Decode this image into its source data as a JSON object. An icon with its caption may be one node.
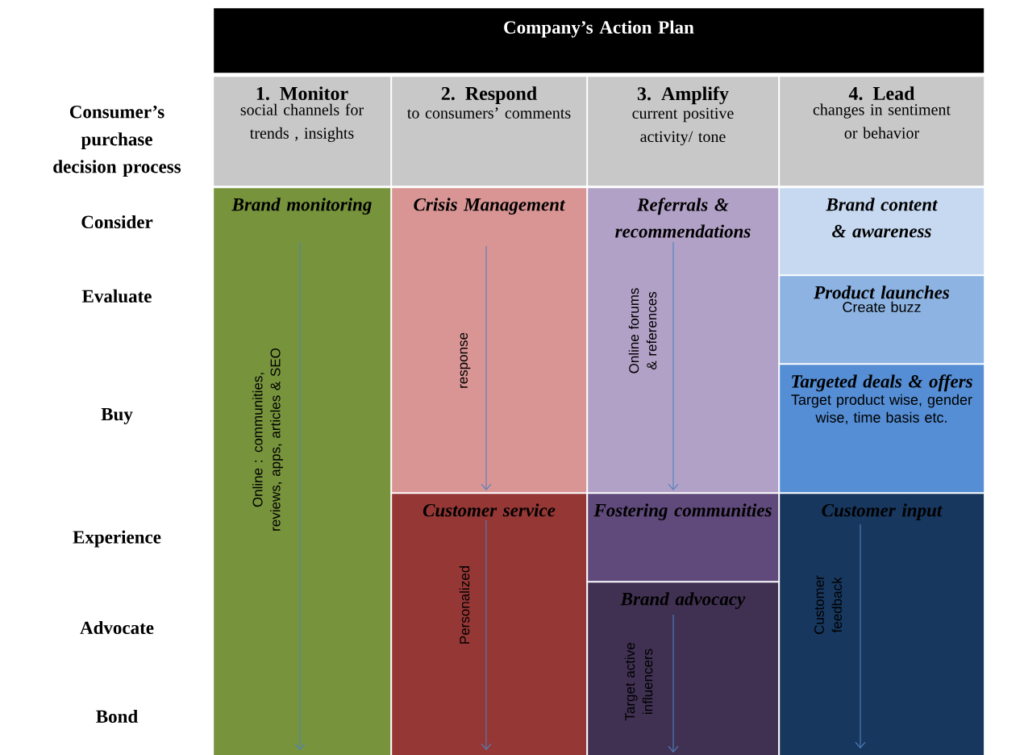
{
  "diagram": {
    "nodes": [
      {
        "text": [
          "Company’s Action Plan"
        ]
      },
      {
        "text": [
          "1. Monitor",
          "social channels for trends , insights"
        ]
      },
      {
        "text": [
          "2. Respond",
          "to consumers’ comments"
        ]
      },
      {
        "text": [
          "3. Amplify",
          "current positive activity/ tone"
        ]
      },
      {
        "text": [
          "4. Lead",
          "changes in sentiment or behavior"
        ]
      },
      {
        "text": [
          "Brand monitoring",
          "Online : communities, reviews, apps, articles & SEO"
        ]
      },
      {
        "text": [
          "Crisis Management",
          "response"
        ]
      },
      {
        "text": [
          "Referrals & recommendations",
          "Online forums & references"
        ]
      },
      {
        "text": [
          "Brand content & awareness"
        ]
      },
      {
        "text": [
          "Product launches",
          "Create buzz"
        ]
      },
      {
        "text": [
          "Targeted deals & offers",
          "Target product wise, gender wise, time basis etc."
        ]
      },
      {
        "text": [
          "Customer service",
          "Personalized"
        ]
      },
      {
        "text": [
          "Fostering communities"
        ]
      },
      {
        "text": [
          "Brand advocacy",
          "Target active influencers"
        ]
      },
      {
        "text": [
          "Customer input",
          "Customer feedback"
        ]
      }
    ],
    "labels": [
      "Consumer’s purchase decision process",
      "Consider",
      "Evaluate",
      "Buy",
      "Experience",
      "Advocate",
      "Bond"
    ]
  }
}
